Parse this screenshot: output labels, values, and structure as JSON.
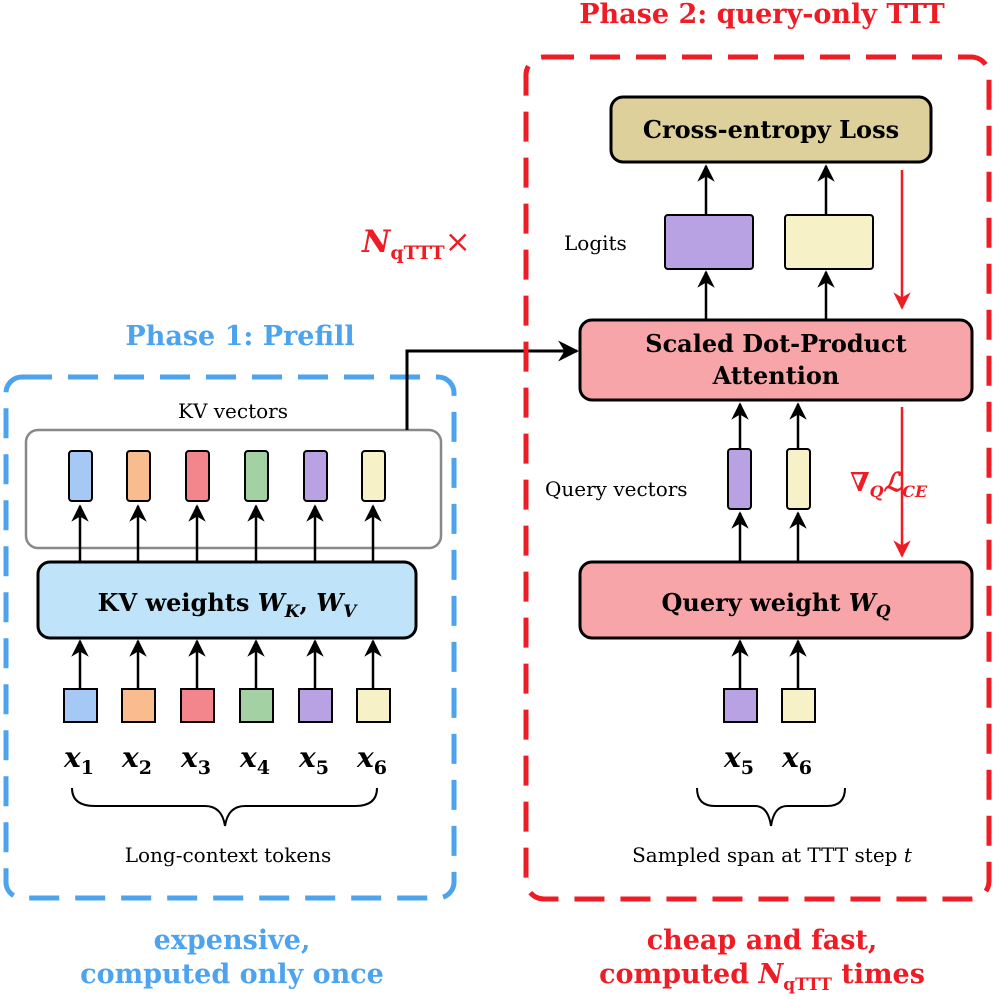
{
  "phase1": {
    "title": "Phase 1: Prefill",
    "kv_vectors_label": "KV vectors",
    "kv_weights_label": "KV weights ",
    "kv_weights_math": {
      "w1": "W",
      "sub1": "K",
      "sep": ", ",
      "w2": "W",
      "sub2": "V"
    },
    "tokens": [
      {
        "sym": "x",
        "sub": "1"
      },
      {
        "sym": "x",
        "sub": "2"
      },
      {
        "sym": "x",
        "sub": "3"
      },
      {
        "sym": "x",
        "sub": "4"
      },
      {
        "sym": "x",
        "sub": "5"
      },
      {
        "sym": "x",
        "sub": "6"
      }
    ],
    "token_colors": [
      "#a6c8f5",
      "#f8bc8e",
      "#f2868c",
      "#a3d1a3",
      "#b8a2e3",
      "#f6f1c7"
    ],
    "brace_label": "Long-context tokens",
    "cost_line1": "expensive,",
    "cost_line2": "computed only once"
  },
  "phase2": {
    "title": "Phase 2: query-only TTT",
    "loop_label": {
      "sym": "N",
      "sub": "qTTT",
      "times": "×"
    },
    "loss_label": "Cross-entropy Loss",
    "logits_label": "Logits",
    "attention_line1": "Scaled Dot-Product",
    "attention_line2": "Attention",
    "grad_label": {
      "nabla": "∇",
      "sub": "Q",
      "L": "ℒ",
      "lsub": "CE"
    },
    "query_vectors_label": "Query vectors",
    "query_weight_label": "Query weight ",
    "query_weight_math": {
      "w": "W",
      "sub": "Q"
    },
    "tokens": [
      {
        "sym": "x",
        "sub": "5"
      },
      {
        "sym": "x",
        "sub": "6"
      }
    ],
    "token_colors": [
      "#b8a2e3",
      "#f6f1c7"
    ],
    "brace_label_prefix": "Sampled span at TTT step ",
    "brace_label_var": "t",
    "cost_line1": "cheap and fast,",
    "cost_line2_prefix": "computed ",
    "cost_line2_sym": "N",
    "cost_line2_sub": "qTTT",
    "cost_line2_suffix": " times"
  },
  "colors": {
    "phase1_blue": "#4da3ee",
    "phase2_red": "#ee1c25",
    "kv_weights_fill": "#bfe3f8",
    "pink_fill": "#f7a5a8",
    "loss_fill": "#ddd09b",
    "kv_box_stroke": "#888888"
  }
}
